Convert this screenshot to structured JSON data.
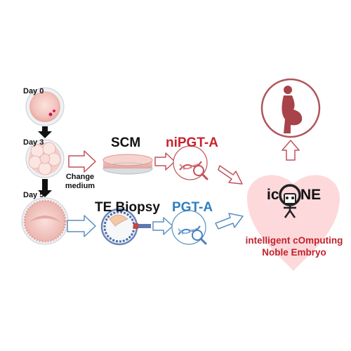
{
  "days": [
    "Day 0",
    "Day 3",
    "Day 5"
  ],
  "change_medium": [
    "Change",
    "medium"
  ],
  "scm_label": "SCM",
  "te_label": "TE Biopsy",
  "nipgt_label": "niPGT-A",
  "pgt_label": "PGT-A",
  "logo_text": [
    "ic",
    "NE"
  ],
  "tagline": [
    "intelligent cOmputing",
    "Noble Embryo"
  ],
  "colors": {
    "red": "#c8242f",
    "blue": "#2f7fc0",
    "heart": "#fdd9dc",
    "arrow_red": "#c2525a",
    "arrow_blue": "#5b8fc2",
    "pregnancy": "#a8434a"
  }
}
